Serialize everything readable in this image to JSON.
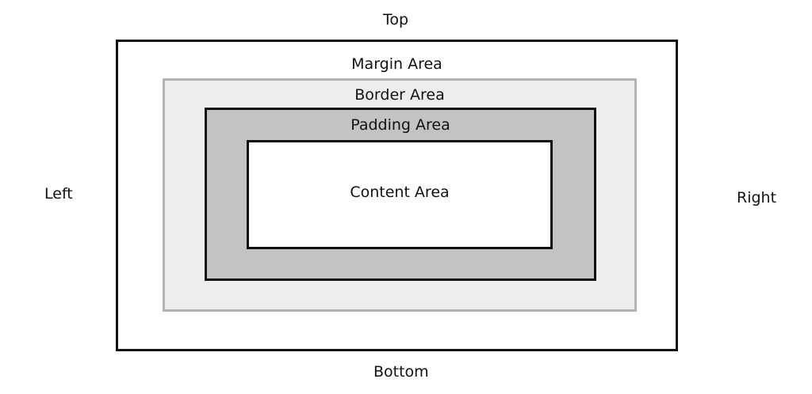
{
  "labels": {
    "top": "Top",
    "bottom": "Bottom",
    "left": "Left",
    "right": "Right"
  },
  "areas": {
    "margin": "Margin Area",
    "border": "Border Area",
    "padding": "Padding Area",
    "content": "Content Area"
  },
  "colors": {
    "outline": "#111111",
    "margin_fill": "#ffffff",
    "border_outline": "#b2b2b2",
    "border_fill": "#ededed",
    "padding_fill": "#c3c3c3",
    "content_fill": "#ffffff"
  }
}
